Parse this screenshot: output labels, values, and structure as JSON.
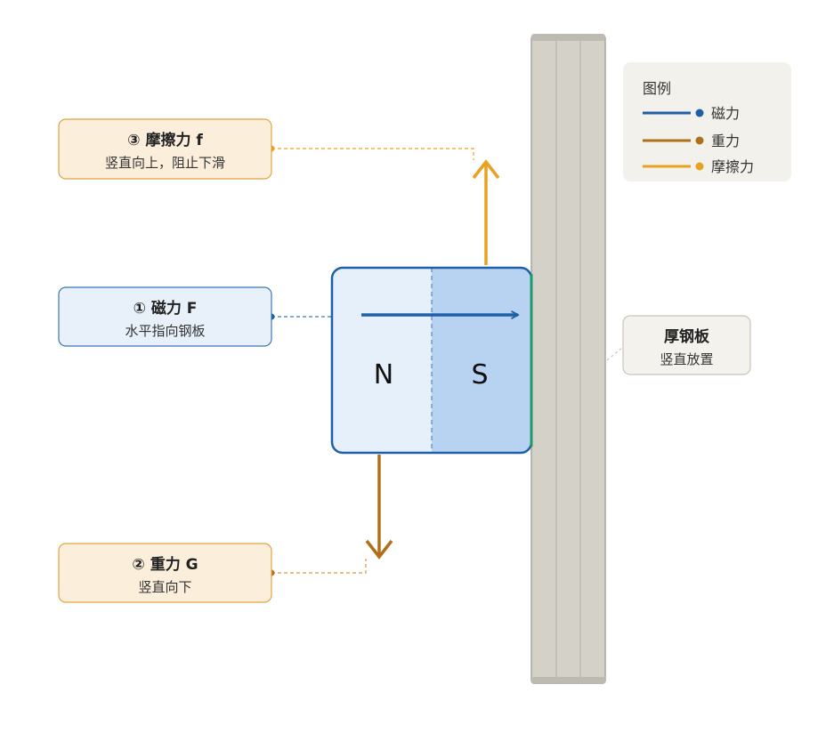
{
  "colors": {
    "magnetic": "#1f5fa8",
    "gravity": "#b0701a",
    "friction": "#e9a21f",
    "magnet_n_fill": "#e6f0fa",
    "magnet_s_fill": "#b8d3f2",
    "magnet_border": "#1f5fa8",
    "contact_edge": "#1e9a6a",
    "plate_fill": "#d4d1c8",
    "plate_border": "#a9a69d",
    "callout_blue_fill": "#e8f1fa",
    "callout_blue_border": "#3b78b5",
    "callout_orange_fill": "#fbeedb",
    "callout_orange_border": "#e3a343",
    "callout_plate_fill": "#f4f2ec",
    "callout_plate_border": "#c8c4b8",
    "legend_fill": "#f3f1eb"
  },
  "magnet": {
    "north_label": "N",
    "south_label": "S"
  },
  "callouts": {
    "friction": {
      "title": "③ 摩擦力 f",
      "subtitle": "竖直向上，阻止下滑"
    },
    "magnetic": {
      "title": "① 磁力 F",
      "subtitle": "水平指向钢板"
    },
    "gravity": {
      "title": "② 重力 G",
      "subtitle": "竖直向下"
    },
    "plate": {
      "title": "厚钢板",
      "subtitle": "竖直放置"
    }
  },
  "legend": {
    "title": "图例",
    "items": [
      {
        "label": "磁力",
        "color": "#1f5fa8"
      },
      {
        "label": "重力",
        "color": "#b0701a"
      },
      {
        "label": "摩擦力",
        "color": "#e9a21f"
      }
    ]
  }
}
